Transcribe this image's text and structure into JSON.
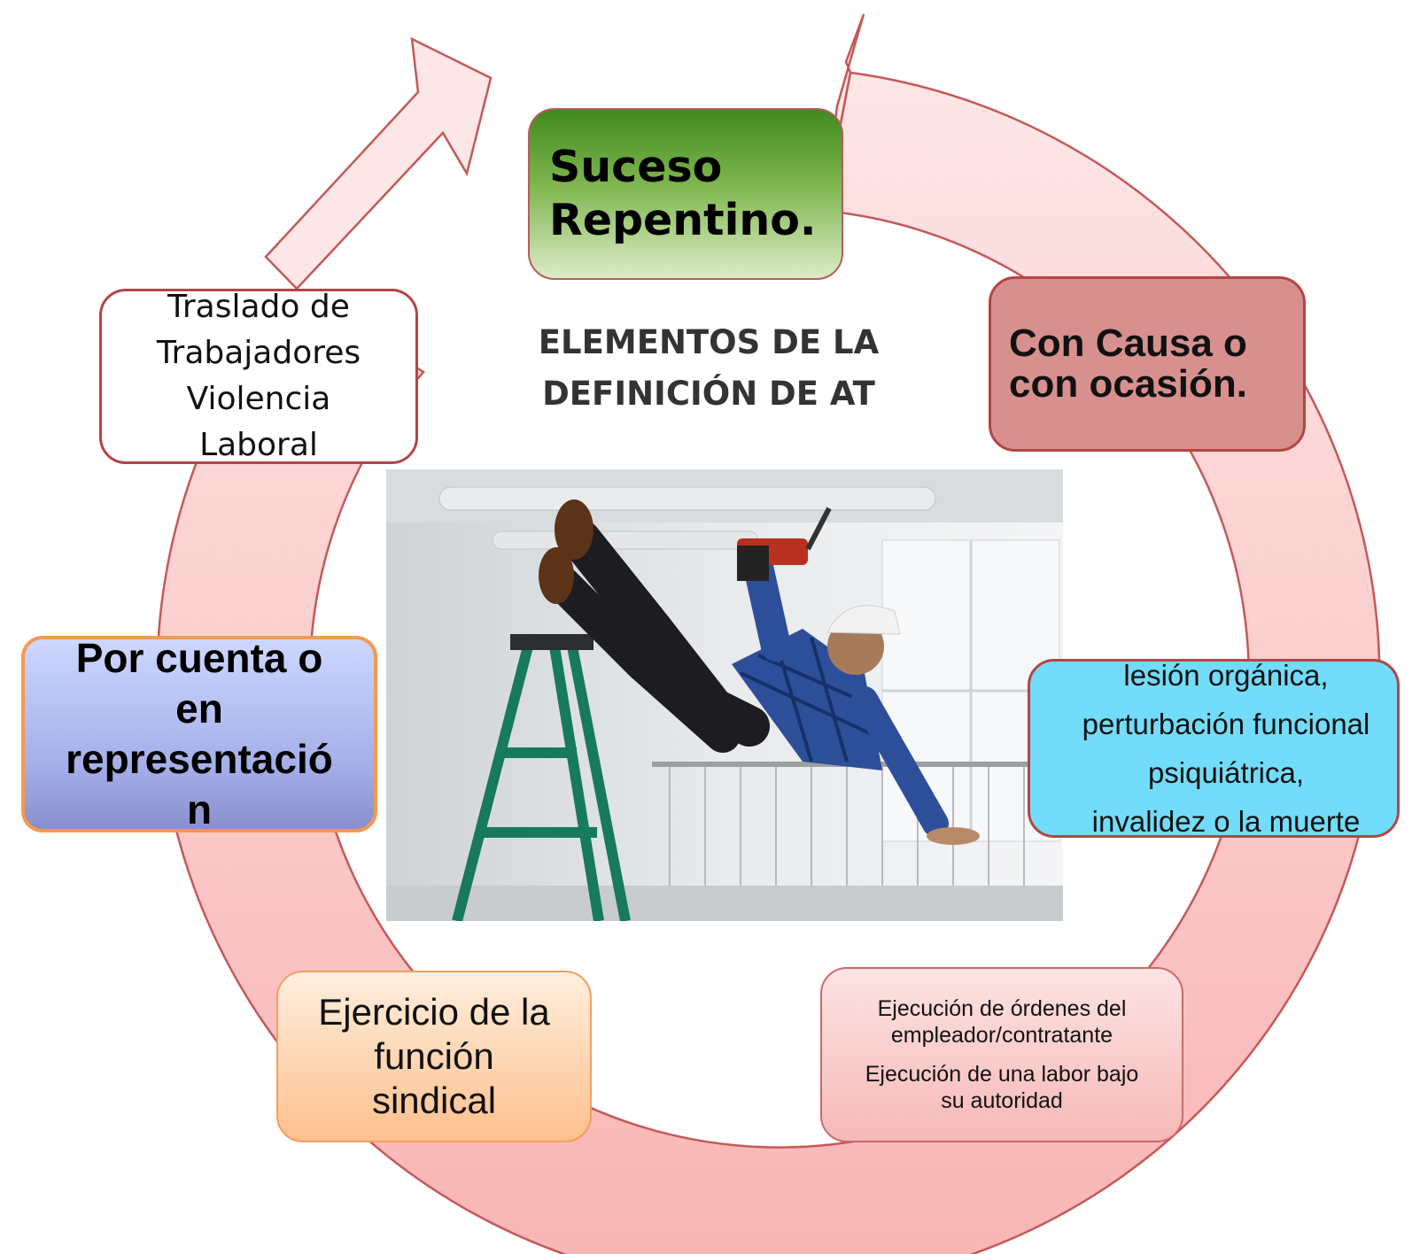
{
  "center_title": [
    "ELEMENTOS DE LA",
    "DEFINICIÓN DE AT"
  ],
  "nodes": {
    "suceso": [
      "Suceso",
      "Repentino."
    ],
    "causa": [
      "Con Causa o",
      "con ocasión."
    ],
    "lesion": [
      "lesión orgánica,",
      "perturbación funcional",
      "psiquiátrica,",
      "invalidez o la muerte"
    ],
    "ejecucion": [
      "Ejecución de órdenes del",
      "empleador/contratante",
      "Ejecución de una labor bajo",
      "su autoridad"
    ],
    "sindical": [
      "Ejercicio de la",
      "función",
      "sindical"
    ],
    "cuenta": [
      "Por cuenta o",
      "en",
      "representació",
      "n"
    ],
    "traslado": [
      "Traslado de",
      "Trabajadores",
      "Violencia",
      "Laboral"
    ]
  },
  "colors": {
    "ring_fill": "#fbd2d2",
    "ring_stroke": "#c55858",
    "suceso": "#5e9e34",
    "causa": "#d8908f",
    "lesion": "#72dcfa",
    "ejecucion": "#f6b9b8",
    "sindical": "#fdc08d",
    "cuenta": "#a6b0ea",
    "traslado": "#ffffff"
  }
}
